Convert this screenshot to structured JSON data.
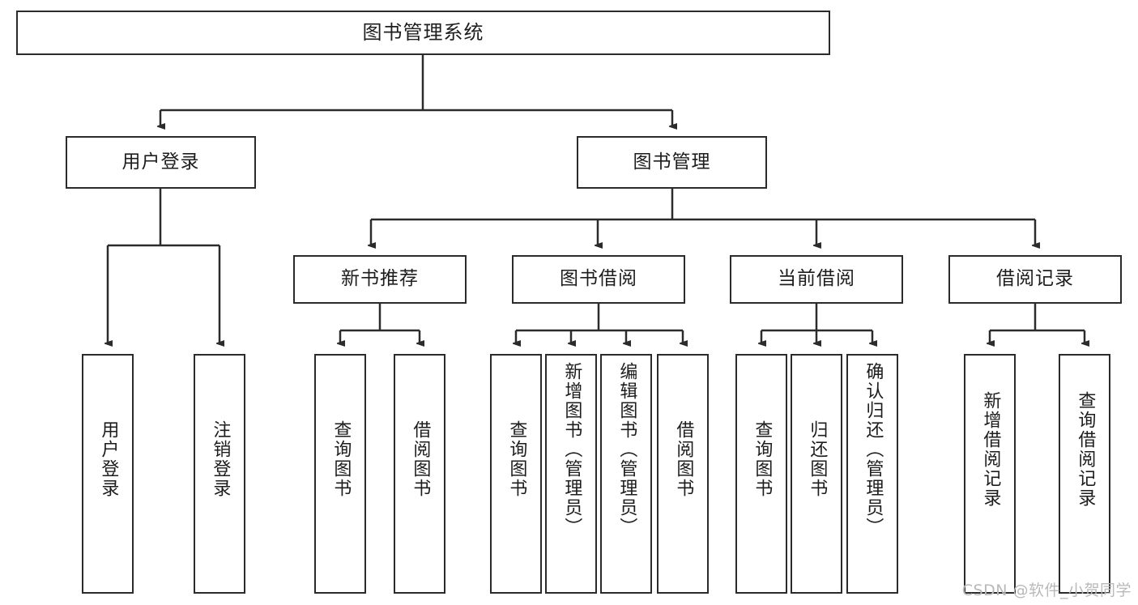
{
  "diagram": {
    "type": "tree",
    "title": "图书管理系统",
    "root": {
      "label": "图书管理系统"
    },
    "level2": [
      {
        "label": "用户登录"
      },
      {
        "label": "图书管理"
      }
    ],
    "level3": [
      {
        "label": "新书推荐"
      },
      {
        "label": "图书借阅"
      },
      {
        "label": "当前借阅"
      },
      {
        "label": "借阅记录"
      }
    ],
    "leaves": {
      "user_login": [
        {
          "label": "用户登录"
        },
        {
          "label": "注销登录"
        }
      ],
      "new_book": [
        {
          "label": "查询图书"
        },
        {
          "label": "借阅图书"
        }
      ],
      "book_borrow": [
        {
          "label": "查询图书"
        },
        {
          "label": "新增图书（管理员）"
        },
        {
          "label": "编辑图书（管理员）"
        },
        {
          "label": "借阅图书"
        }
      ],
      "current_borrow": [
        {
          "label": "查询图书"
        },
        {
          "label": "归还图书"
        },
        {
          "label": "确认归还（管理员）"
        }
      ],
      "borrow_record": [
        {
          "label": "新增借阅记录"
        },
        {
          "label": "查询借阅记录"
        }
      ]
    }
  },
  "watermark": {
    "text": "CSDN @软件_小贺同学"
  },
  "colors": {
    "stroke": "#2b2b2b",
    "fill": "#ffffff",
    "text": "#1d1d1d",
    "watermark": "#b9b9b9"
  }
}
